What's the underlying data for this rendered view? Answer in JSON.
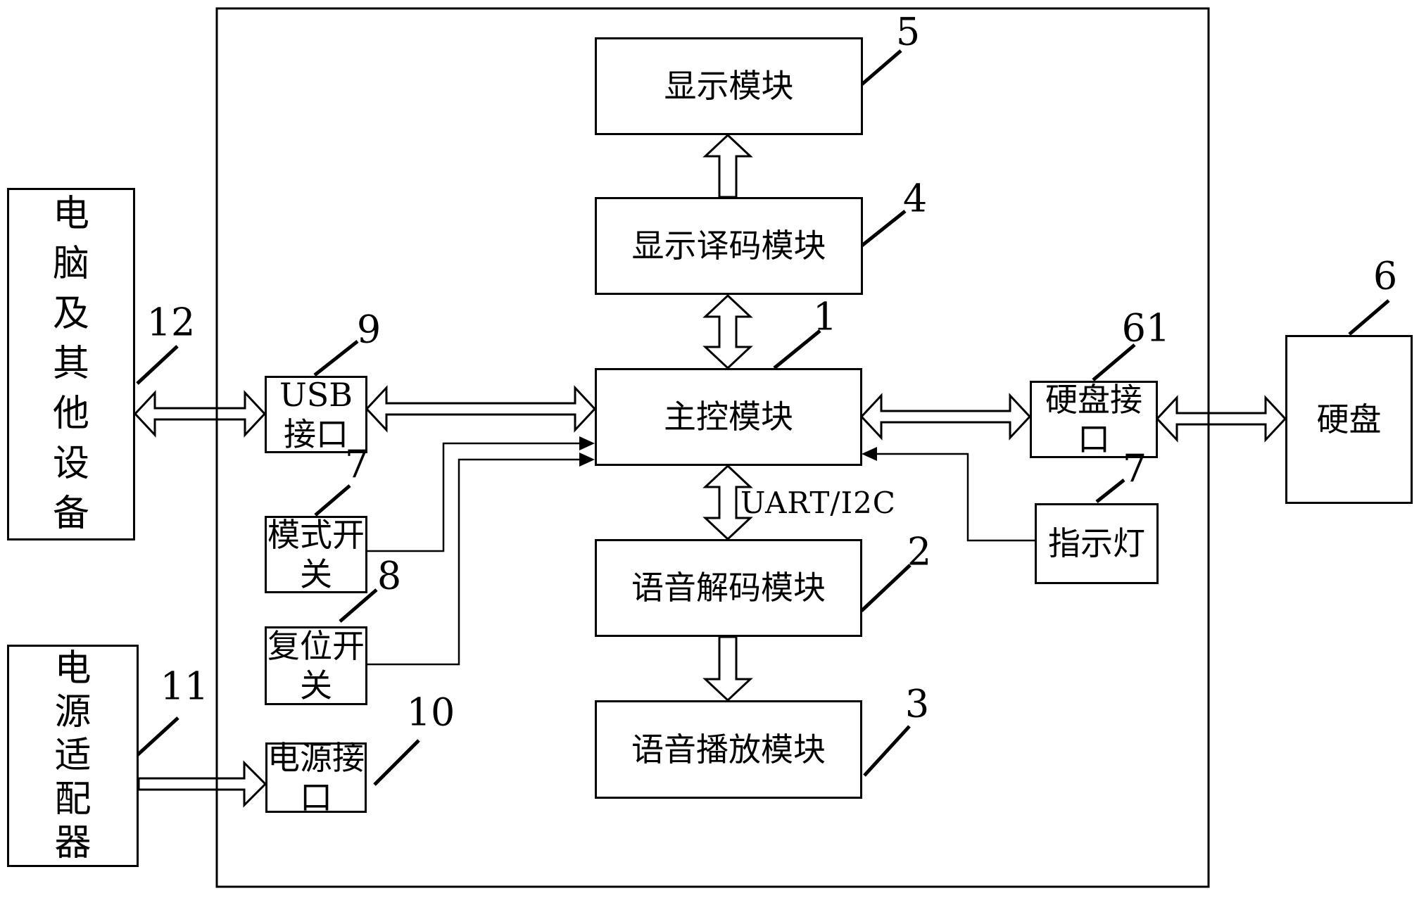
{
  "meta": {
    "bus_label": "UART/I2C",
    "line_color": "#000000",
    "background_color": "#ffffff"
  },
  "blocks": {
    "display": {
      "label": "显示模块",
      "ref": "5"
    },
    "display_decoder": {
      "label": "显示译码模块",
      "ref": "4"
    },
    "main_control": {
      "label": "主控模块",
      "ref": "1"
    },
    "voice_decoder": {
      "label": "语音解码模块",
      "ref": "2"
    },
    "voice_player": {
      "label": "语音播放模块",
      "ref": "3"
    },
    "computer": {
      "label": "电脑及其他设备",
      "ref": "12"
    },
    "usb_port": {
      "label": "USB接口",
      "ref": "9"
    },
    "mode_switch": {
      "label": "模式开关",
      "ref": "7"
    },
    "reset_switch": {
      "label": "复位开关",
      "ref": "8"
    },
    "power_port": {
      "label": "电源接口",
      "ref": "10"
    },
    "power_adapter": {
      "label": "电源适配器",
      "ref": "11"
    },
    "hdd_port": {
      "label": "硬盘接口",
      "ref": "61"
    },
    "hdd": {
      "label": "硬盘",
      "ref": "6"
    },
    "indicator": {
      "label": "指示灯",
      "ref": "7"
    }
  }
}
